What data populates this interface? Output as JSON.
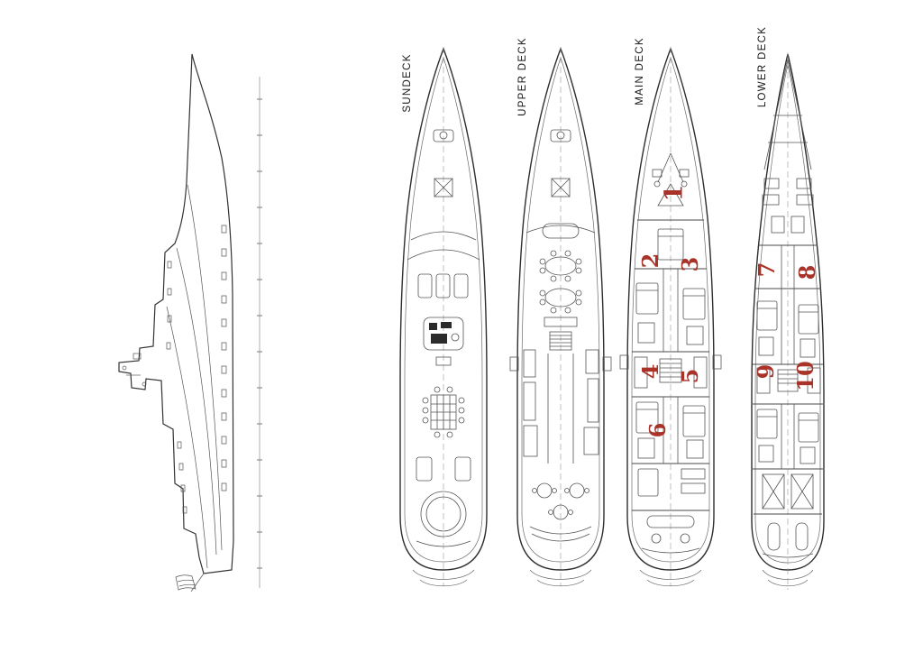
{
  "palette": {
    "accent": "#a93328",
    "line": "#2e2e2e",
    "light_line": "#6b6b6b"
  },
  "decks": [
    {
      "id": "sundeck",
      "label": "SUNDECK",
      "cabins": []
    },
    {
      "id": "upper-deck",
      "label": "UPPER DECK",
      "cabins": []
    },
    {
      "id": "main-deck",
      "label": "MAIN DECK",
      "cabins": [
        "1",
        "2",
        "3",
        "4",
        "5",
        "6"
      ]
    },
    {
      "id": "lower-deck",
      "label": "LOWER DECK",
      "cabins": [
        "7",
        "8",
        "9",
        "10"
      ]
    }
  ]
}
